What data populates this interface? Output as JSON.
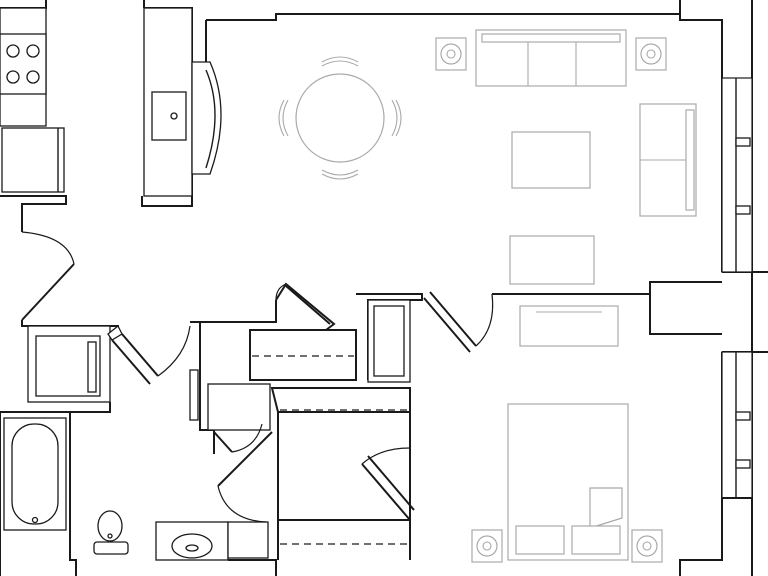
{
  "plan": {
    "rooms": [
      "kitchen",
      "living-dining",
      "bedroom",
      "bathroom",
      "laundry",
      "closets"
    ],
    "colors": {
      "walls": "#1a1a1a",
      "furniture": "#a9a9a9",
      "background": "#ffffff"
    }
  }
}
